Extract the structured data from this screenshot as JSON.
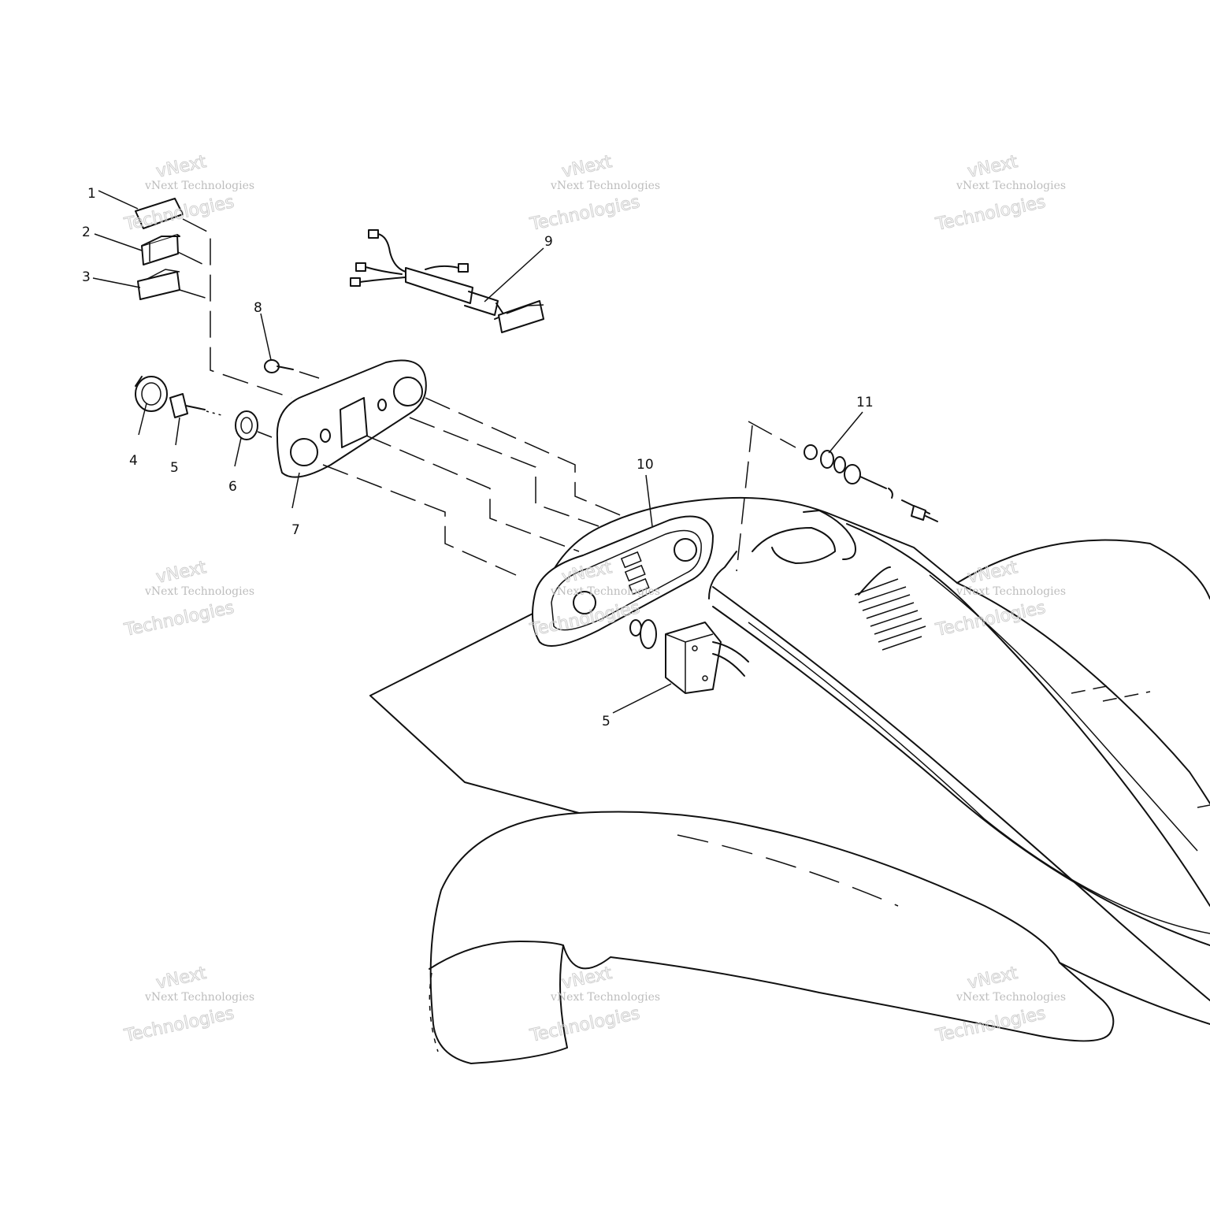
{
  "callouts": [
    {
      "label": "1"
    },
    {
      "label": "2"
    },
    {
      "label": "3"
    },
    {
      "label": "4"
    },
    {
      "label": "5"
    },
    {
      "label": "6"
    },
    {
      "label": "7"
    },
    {
      "label": "8"
    },
    {
      "label": "9"
    },
    {
      "label": "10"
    },
    {
      "label": "11"
    },
    {
      "label": "5"
    }
  ],
  "watermark": {
    "line1": "vNext",
    "line2": "vNext Technologies",
    "line3": "Technologies"
  },
  "colors": {
    "ink": "#111111",
    "background": "#ffffff",
    "watermark": "#cfcfcf"
  }
}
